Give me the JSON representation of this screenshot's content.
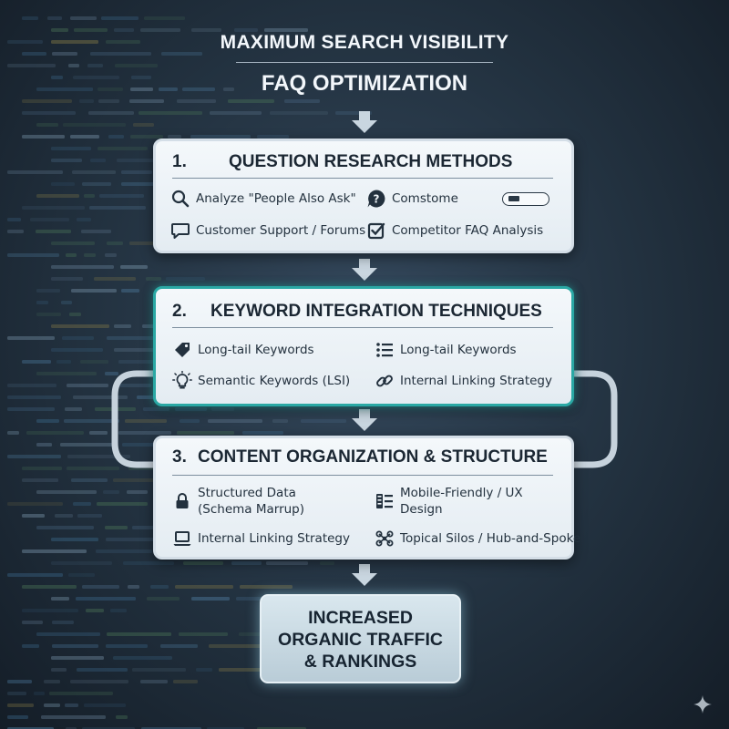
{
  "title": "MAXIMUM SEARCH VISIBILITY",
  "subtitle": "FAQ OPTIMIZATION",
  "colors": {
    "accent_teal": "#2aa8a4",
    "card_bg": "#eef3f7",
    "background": "#22313f",
    "text_dark": "#1b2733"
  },
  "steps": [
    {
      "number": "1.",
      "heading": "QUESTION RESEARCH METHODS",
      "items": [
        {
          "label": "Analyze \"People Also Ask\"",
          "icon": "search-icon"
        },
        {
          "label": "Comstome",
          "icon": "question-circle-icon"
        },
        {
          "label": "Customer Support / Forums",
          "icon": "chat-bubble-icon"
        },
        {
          "label": "Competitor FAQ Analysis",
          "icon": "checkbox-icon"
        }
      ],
      "extra_icon": "search-bar-icon"
    },
    {
      "number": "2.",
      "heading": "KEYWORD INTEGRATION TECHNIQUES",
      "items": [
        {
          "label": "Long-tail Keywords",
          "icon": "tag-icon"
        },
        {
          "label": "Long-tail Keywords",
          "icon": "list-icon"
        },
        {
          "label": "Semantic Keywords (LSI)",
          "icon": "lightbulb-icon"
        },
        {
          "label": "Internal Linking Strategy",
          "icon": "link-icon"
        }
      ]
    },
    {
      "number": "3.",
      "heading": "CONTENT ORGANIZATION & STRUCTURE",
      "items": [
        {
          "label": "Structured Data (Schema Marrup)",
          "icon": "lock-icon"
        },
        {
          "label": "Mobile-Friendly / UX Design",
          "icon": "server-list-icon"
        },
        {
          "label": "Internal Linking Strategy",
          "icon": "laptop-icon"
        },
        {
          "label": "Topical Silos / Hub-and-Spoke",
          "icon": "network-icon"
        }
      ]
    }
  ],
  "outcome": {
    "lines": [
      "INCREASED",
      "ORGANIC TRAFFIC",
      "& RANKINGS"
    ]
  }
}
